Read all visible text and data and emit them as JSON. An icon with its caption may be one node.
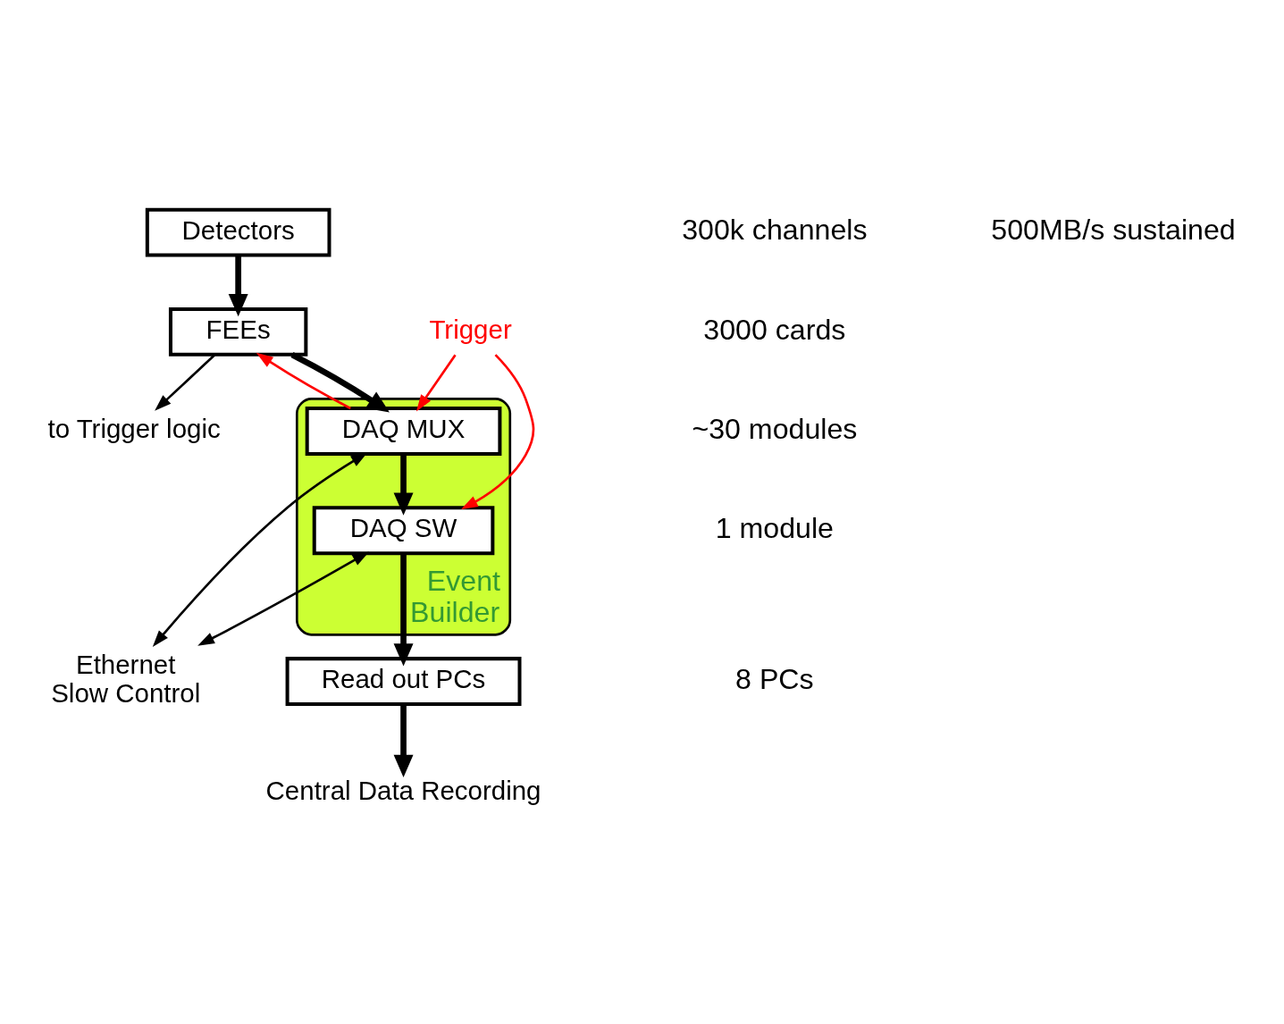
{
  "diagram": {
    "nodes": [
      {
        "text": [
          "Detectors"
        ]
      },
      {
        "text": [
          "FEEs"
        ]
      },
      {
        "text": [
          "Event Builder"
        ]
      },
      {
        "text": [
          "DAQ MUX"
        ],
        "in": 2
      },
      {
        "text": [
          "DAQ SW"
        ],
        "in": 2
      },
      {
        "text": [
          "Read out PCs"
        ]
      },
      {
        "text": [
          "Central Data Recording"
        ]
      },
      {
        "text": [
          "to Trigger logic"
        ]
      },
      {
        "text": [
          "Trigger"
        ]
      },
      {
        "text": [
          "Ethernet",
          "Slow Control"
        ]
      }
    ],
    "edges": [
      {
        "from": 0,
        "to": 1,
        "arrow": "to",
        "style": "thick"
      },
      {
        "from": 1,
        "to": 3,
        "arrow": "to",
        "style": "thick"
      },
      {
        "from": 1,
        "to": 7,
        "arrow": "to"
      },
      {
        "from": 3,
        "to": 1,
        "arrow": "to",
        "color": "#ff0000"
      },
      {
        "from": 3,
        "to": 4,
        "arrow": "to",
        "style": "thick"
      },
      {
        "from": 4,
        "to": 5,
        "arrow": "to",
        "style": "thick"
      },
      {
        "from": 5,
        "to": 6,
        "arrow": "to",
        "style": "thick"
      },
      {
        "from": 8,
        "to": 3,
        "arrow": "to",
        "color": "#ff0000"
      },
      {
        "from": 8,
        "to": 4,
        "arrow": "to",
        "color": "#ff0000"
      },
      {
        "from": 3,
        "to": 9,
        "arrow": "both"
      },
      {
        "from": 4,
        "to": 9,
        "arrow": "both"
      }
    ],
    "labels": [
      "300k channels",
      "3000 cards",
      "~30 modules",
      "1 module",
      "8 PCs",
      "500MB/s sustained"
    ]
  }
}
